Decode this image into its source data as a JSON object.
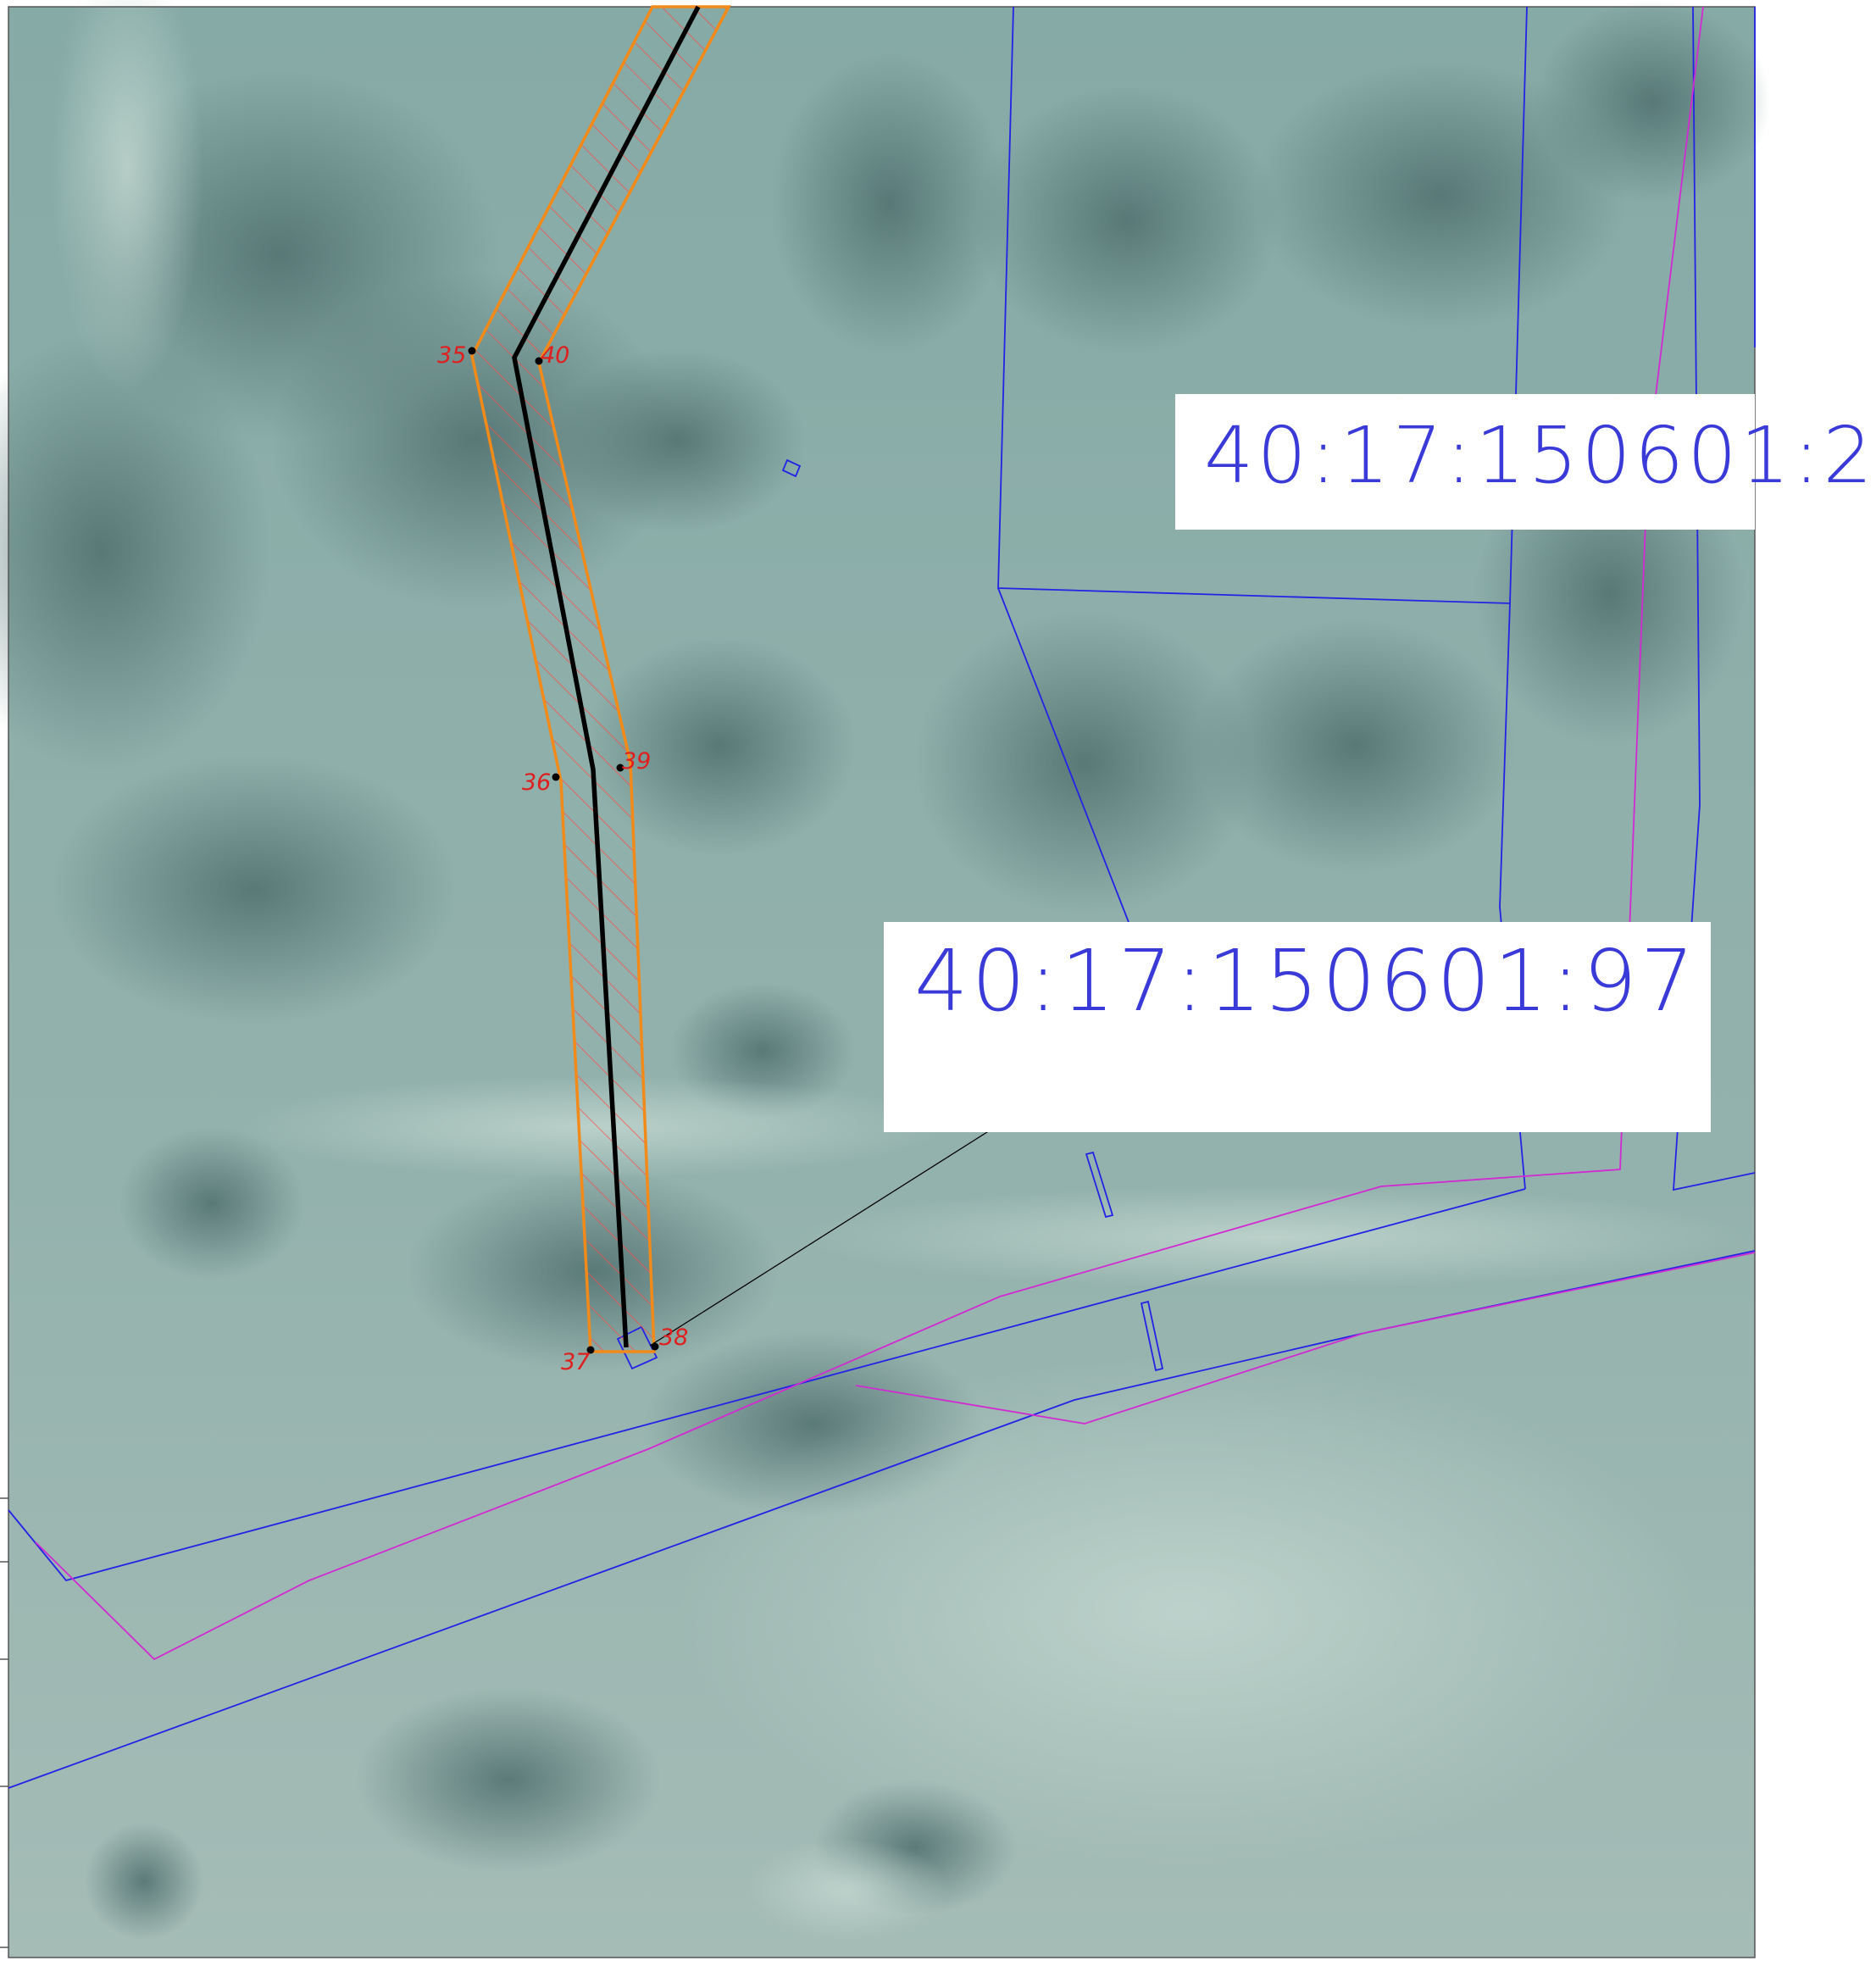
{
  "map": {
    "colors": {
      "imagery_base": "#8fb0ab",
      "imagery_dark": "#5d7f7c",
      "imagery_light": "#b8cfc8",
      "parcel_boundary": "#2323e6",
      "zone_boundary": "#d22ad2",
      "corridor_outline": "#f28a1a",
      "corridor_hatch": "#ff4a4a",
      "route_line": "#000000",
      "point_label": "#e01e1e",
      "cadastral_text": "#3a3ad8"
    },
    "points": [
      {
        "id": "35",
        "label": "35"
      },
      {
        "id": "40",
        "label": "40"
      },
      {
        "id": "39",
        "label": "39"
      },
      {
        "id": "36",
        "label": "36"
      },
      {
        "id": "37",
        "label": "37"
      },
      {
        "id": "38",
        "label": "38"
      }
    ],
    "parcel_labels": [
      {
        "id": "upper",
        "text": "40:17:150601:2"
      },
      {
        "id": "lower",
        "text": "40:17:150601:97"
      }
    ]
  }
}
